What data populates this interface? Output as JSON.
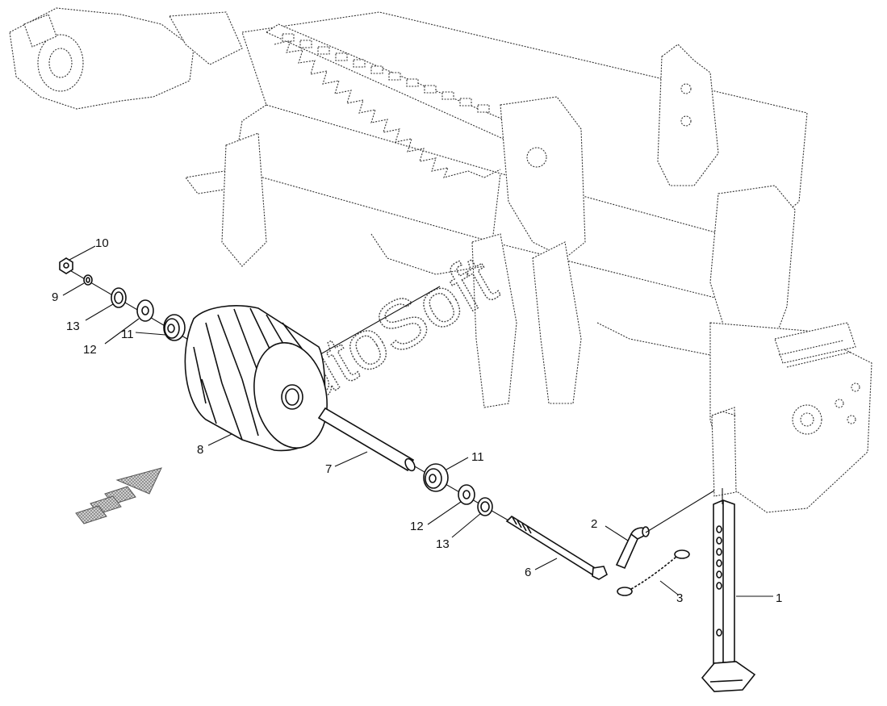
{
  "callouts": [
    {
      "id": "c1",
      "text": "1"
    },
    {
      "id": "c2",
      "text": "2"
    },
    {
      "id": "c3",
      "text": "3"
    },
    {
      "id": "c6",
      "text": "6"
    },
    {
      "id": "c7",
      "text": "7"
    },
    {
      "id": "c8",
      "text": "8"
    },
    {
      "id": "c9",
      "text": "9"
    },
    {
      "id": "c10",
      "text": "10"
    },
    {
      "id": "c11a",
      "text": "11"
    },
    {
      "id": "c11b",
      "text": "11"
    },
    {
      "id": "c12a",
      "text": "12"
    },
    {
      "id": "c12b",
      "text": "12"
    },
    {
      "id": "c13a",
      "text": "13"
    },
    {
      "id": "c13b",
      "text": "13"
    }
  ],
  "watermark": "AutoSoft",
  "direction_arrow": {
    "meaning": "direction of travel",
    "color": "#9a9a9a"
  }
}
